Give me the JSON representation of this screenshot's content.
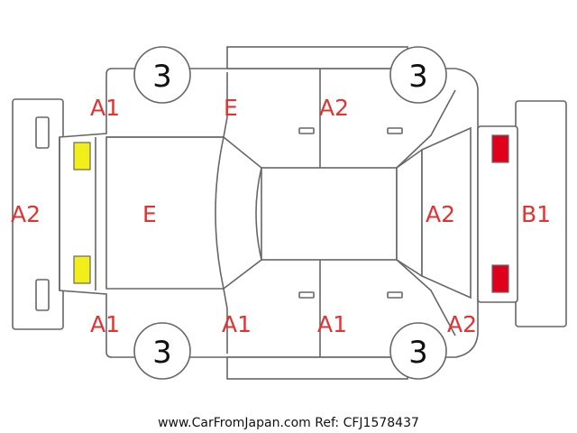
{
  "colors": {
    "outline": "#666666",
    "damage_label": "#e3322f",
    "front_light": "#f2ee1a",
    "rear_light": "#e0001b"
  },
  "wheels": {
    "front_left": "3",
    "rear_left": "3",
    "front_right": "3",
    "rear_right": "3"
  },
  "labels": {
    "front_bumper": "A2",
    "hood": "E",
    "fender_front_top": "A1",
    "fender_front_bottom": "A1",
    "door_front_top": "E",
    "door_rear_top": "A2",
    "door_front_bottom": "A1",
    "door_rear_bottom": "A1",
    "quarter_rear_bottom": "A2",
    "rear_hatch": "A2",
    "rear_bumper": "B1"
  },
  "footer": "www.CarFromJapan.com Ref: CFJ1578437"
}
